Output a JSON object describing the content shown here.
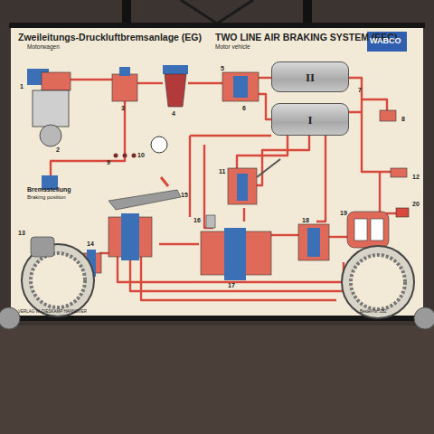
{
  "diagram": {
    "title": "Zweileitungs-Druckluftbremsanlage (EG)",
    "nodes": [
      {
        "text": [
          "II"
        ]
      },
      {
        "text": [
          "I"
        ]
      }
    ],
    "labels": [
      "TWO LINE AIR BRAKING SYSTEM (EEC)",
      "Motorwagen",
      "Motor vehicle",
      "WABCO",
      "1",
      "2",
      "3",
      "4",
      "5",
      "6",
      "7",
      "8",
      "9",
      "10",
      "11",
      "12",
      "13",
      "14",
      "15",
      "16",
      "17",
      "18",
      "19",
      "20",
      "Bremsstellung",
      "Braking position",
      "VERLAG W. DIESKAMP HANNOVER",
      "Bestell-Nr. 282"
    ]
  }
}
